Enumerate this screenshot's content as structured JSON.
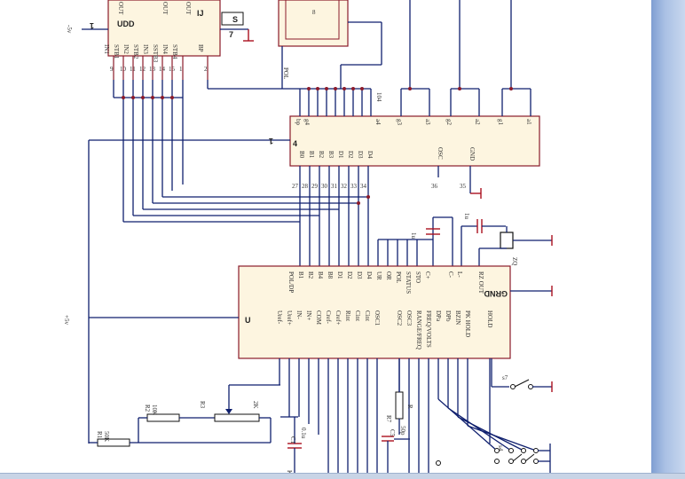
{
  "chips": {
    "u1": {
      "label": "UDD",
      "pins_left": [
        "IN1",
        "STB1",
        "IN2",
        "STB2",
        "IN3",
        "SSTB3",
        "IN4",
        "STB4",
        "BP"
      ],
      "pin_nums": [
        "9",
        "10",
        "11",
        "12",
        "13",
        "14",
        "15",
        "1",
        "2"
      ],
      "out_labels": [
        "OUT",
        "OUT",
        "OUT"
      ],
      "ref": "IJ"
    },
    "u2": {
      "pins_top": [
        "bp",
        "g4",
        "a4",
        "g3",
        "a3",
        "g2",
        "a2",
        "g1",
        "a1"
      ],
      "pins_bottom": [
        "B0",
        "B1",
        "B2",
        "B3",
        "D1",
        "D2",
        "D3",
        "D4",
        "OSC",
        "GND"
      ],
      "pin_nums": [
        "27",
        "28",
        "29",
        "30",
        "31",
        "32",
        "33",
        "34",
        "36",
        "35"
      ],
      "ref": "4",
      "pol": "POL",
      "num_104": "104"
    },
    "u3": {
      "ref": "U",
      "top_pins": [
        "POL/DP",
        "B1",
        "B2",
        "B4",
        "B8",
        "D1",
        "D2",
        "D3",
        "D4",
        "UR",
        "OR",
        "POL",
        "STATUS",
        "STO",
        "C+",
        "C-",
        "L-",
        "RZ OUT"
      ],
      "bottom_pins": [
        "Uref-",
        "Uref+",
        "IN-",
        "IN+",
        "COM",
        "Cref-",
        "Cref+",
        "Rint",
        "Cint",
        "Cint",
        "OSC1",
        "OSC2",
        "OSC3",
        "RANGE/FREQ",
        "FREQ/VOLTS",
        "DPa",
        "DPb",
        "BZIN",
        "PK HOLD",
        "HOLD"
      ],
      "grnd": "GRND"
    }
  },
  "labels": {
    "v_minus5": "-5v",
    "v_plus5": "+5v",
    "num1": "1",
    "cap_u1": "1u",
    "cap_u2": "1u",
    "crystal": "ZQ",
    "r1": "R1",
    "r1_val": "50K",
    "r2": "R2",
    "r2_val": "10K",
    "r3": "R3",
    "r3_val": "2K",
    "r7": "R7",
    "r7_val": "R",
    "c1": "C1",
    "c1_val": "0.1u",
    "c5": "C5",
    "c5_val": "50p",
    "s7": "s7",
    "s4": "s4",
    "k": "K",
    "box_val": "8",
    "num_s": "S",
    "num_7": "7"
  }
}
